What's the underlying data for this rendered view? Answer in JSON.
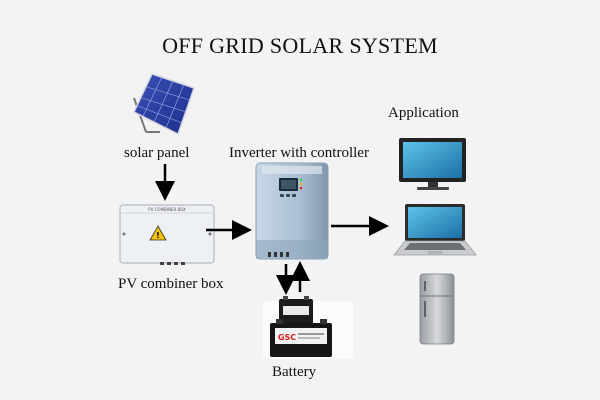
{
  "diagram": {
    "title": "OFF GRID SOLAR SYSTEM",
    "labels": {
      "solar_panel": "solar panel",
      "inverter": "Inverter with controller",
      "application": "Application",
      "combiner": "PV combiner box",
      "battery": "Battery"
    },
    "device_text": {
      "combiner_header": "PV COMBINER BOX",
      "battery_brand": "GSC"
    }
  }
}
